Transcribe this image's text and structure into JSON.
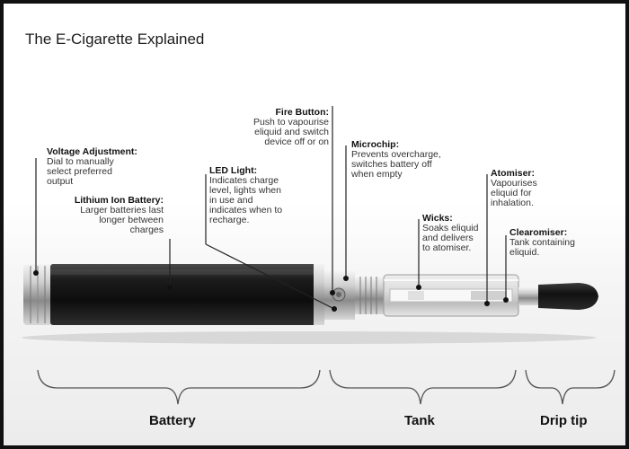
{
  "title": "The E-Cigarette Explained",
  "labels": {
    "voltage": {
      "name": "Voltage Adjustment:",
      "desc": [
        "Dial to manually",
        "select preferred",
        "output"
      ]
    },
    "battery_cell": {
      "name": "Lithium Ion Battery:",
      "desc": [
        "Larger batteries last",
        "longer between",
        "charges"
      ]
    },
    "led": {
      "name": "LED Light:",
      "desc": [
        "Indicates charge",
        "level, lights when",
        "in use and",
        "indicates when to",
        "recharge."
      ]
    },
    "fire": {
      "name": "Fire Button:",
      "desc": [
        "Push to vapourise",
        "eliquid and switch",
        "device off or on"
      ]
    },
    "microchip": {
      "name": "Microchip:",
      "desc": [
        "Prevents overcharge,",
        "switches battery off",
        "when empty"
      ]
    },
    "wicks": {
      "name": "Wicks:",
      "desc": [
        "Soaks eliquid",
        "and delivers",
        "to atomiser."
      ]
    },
    "atomiser": {
      "name": "Atomiser:",
      "desc": [
        "Vapourises",
        "eliquid for",
        "inhalation."
      ]
    },
    "clearomiser": {
      "name": "Clearomiser:",
      "desc": [
        "Tank containing",
        "eliquid."
      ]
    }
  },
  "sections": {
    "battery": "Battery",
    "tank": "Tank",
    "drip_tip": "Drip tip"
  },
  "colors": {
    "body": "#1a1a1a",
    "metal": "#c8c8c8",
    "tip": "#111111"
  }
}
